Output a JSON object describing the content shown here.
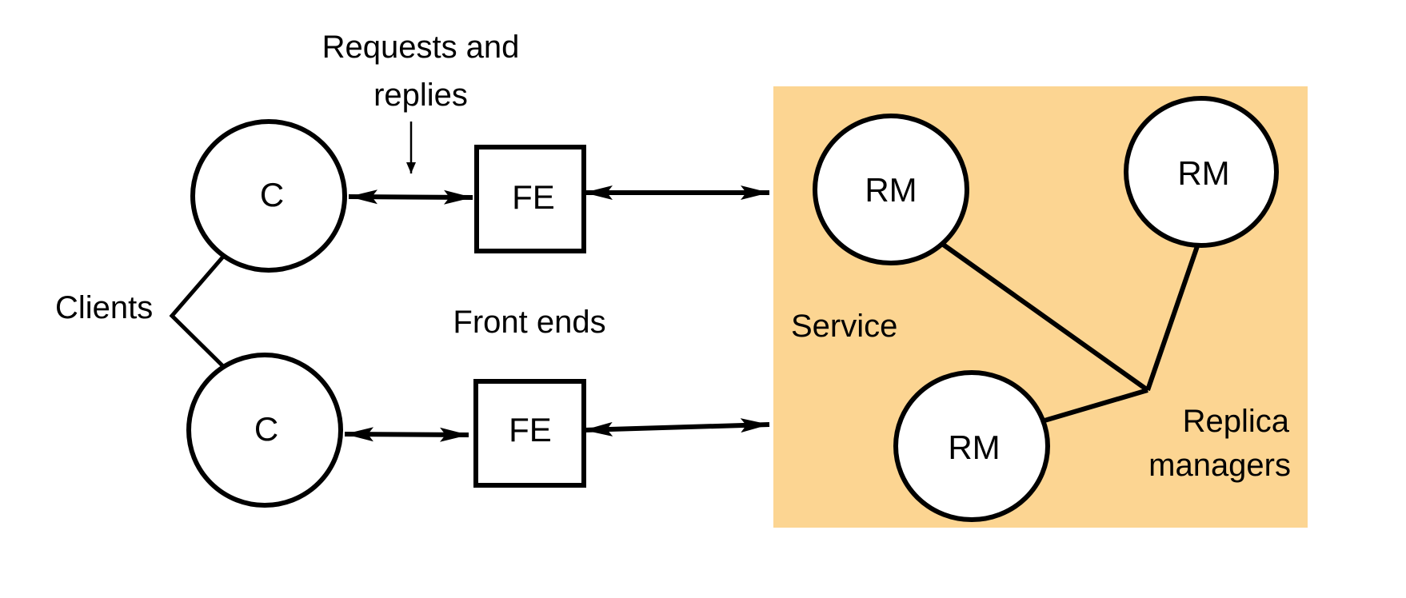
{
  "colors": {
    "service_fill": "#fcd592",
    "stroke": "#000000",
    "background": "#ffffff"
  },
  "annotations": {
    "requests_line1": "Requests and",
    "requests_line2": "replies",
    "clients": "Clients",
    "front_ends": "Front ends",
    "service": "Service",
    "replica_line1": "Replica",
    "replica_line2": "managers"
  },
  "nodes": {
    "client_1": "C",
    "client_2": "C",
    "front_end_1": "FE",
    "front_end_2": "FE",
    "replica_manager_1": "RM",
    "replica_manager_2": "RM",
    "replica_manager_3": "RM"
  }
}
